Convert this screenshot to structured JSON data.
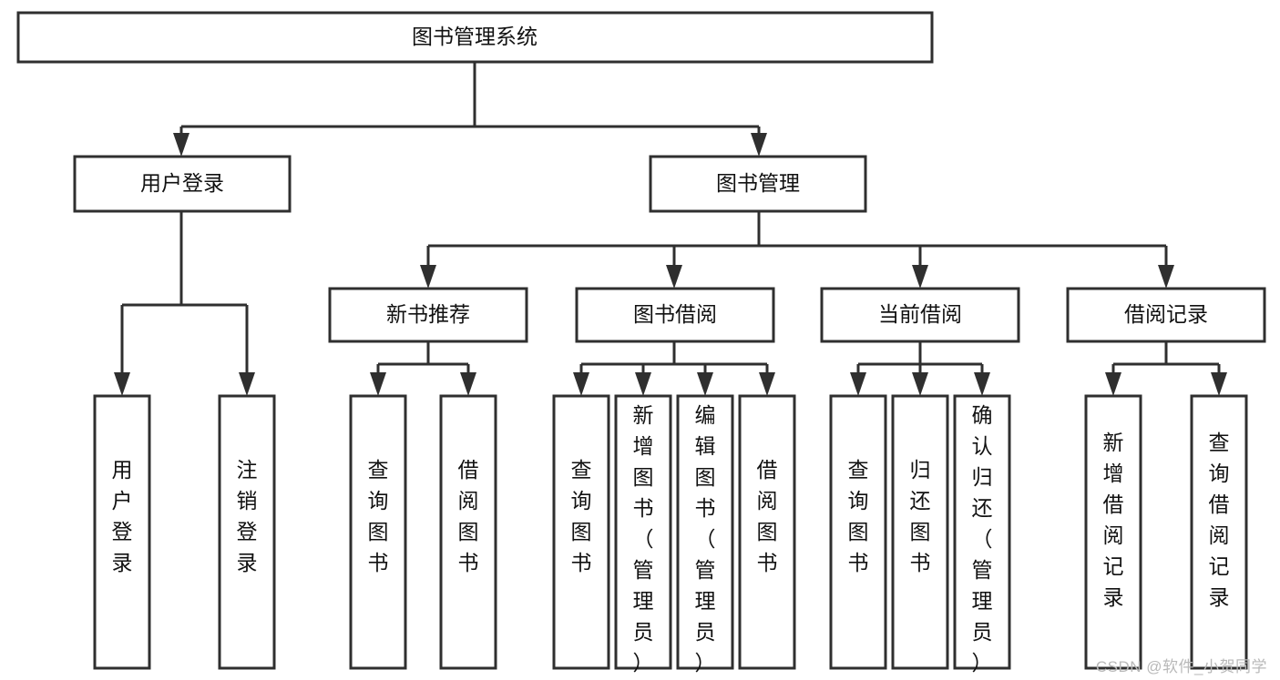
{
  "diagram": {
    "type": "tree",
    "title": "图书管理系统",
    "watermark": "CSDN @软件_小贺同学",
    "colors": {
      "stroke": "#2f2f2f",
      "fill": "#ffffff",
      "text": "#111111",
      "watermark": "#b9b9b9"
    },
    "levels": {
      "root": {
        "label": "图书管理系统"
      },
      "level2": [
        {
          "label": "用户登录"
        },
        {
          "label": "图书管理"
        }
      ],
      "level3": [
        {
          "label": "新书推荐"
        },
        {
          "label": "图书借阅"
        },
        {
          "label": "当前借阅"
        },
        {
          "label": "借阅记录"
        }
      ],
      "leaves_user_login": [
        {
          "label": "用户登录"
        },
        {
          "label": "注销登录"
        }
      ],
      "leaves_new_books": [
        {
          "label": "查询图书"
        },
        {
          "label": "借阅图书"
        }
      ],
      "leaves_borrow": [
        {
          "label": "查询图书"
        },
        {
          "label": "新增图书（管理员）"
        },
        {
          "label": "编辑图书（管理员）"
        },
        {
          "label": "借阅图书"
        }
      ],
      "leaves_current": [
        {
          "label": "查询图书"
        },
        {
          "label": "归还图书"
        },
        {
          "label": "确认归还（管理员）"
        }
      ],
      "leaves_records": [
        {
          "label": "新增借阅记录"
        },
        {
          "label": "查询借阅记录"
        }
      ]
    }
  }
}
